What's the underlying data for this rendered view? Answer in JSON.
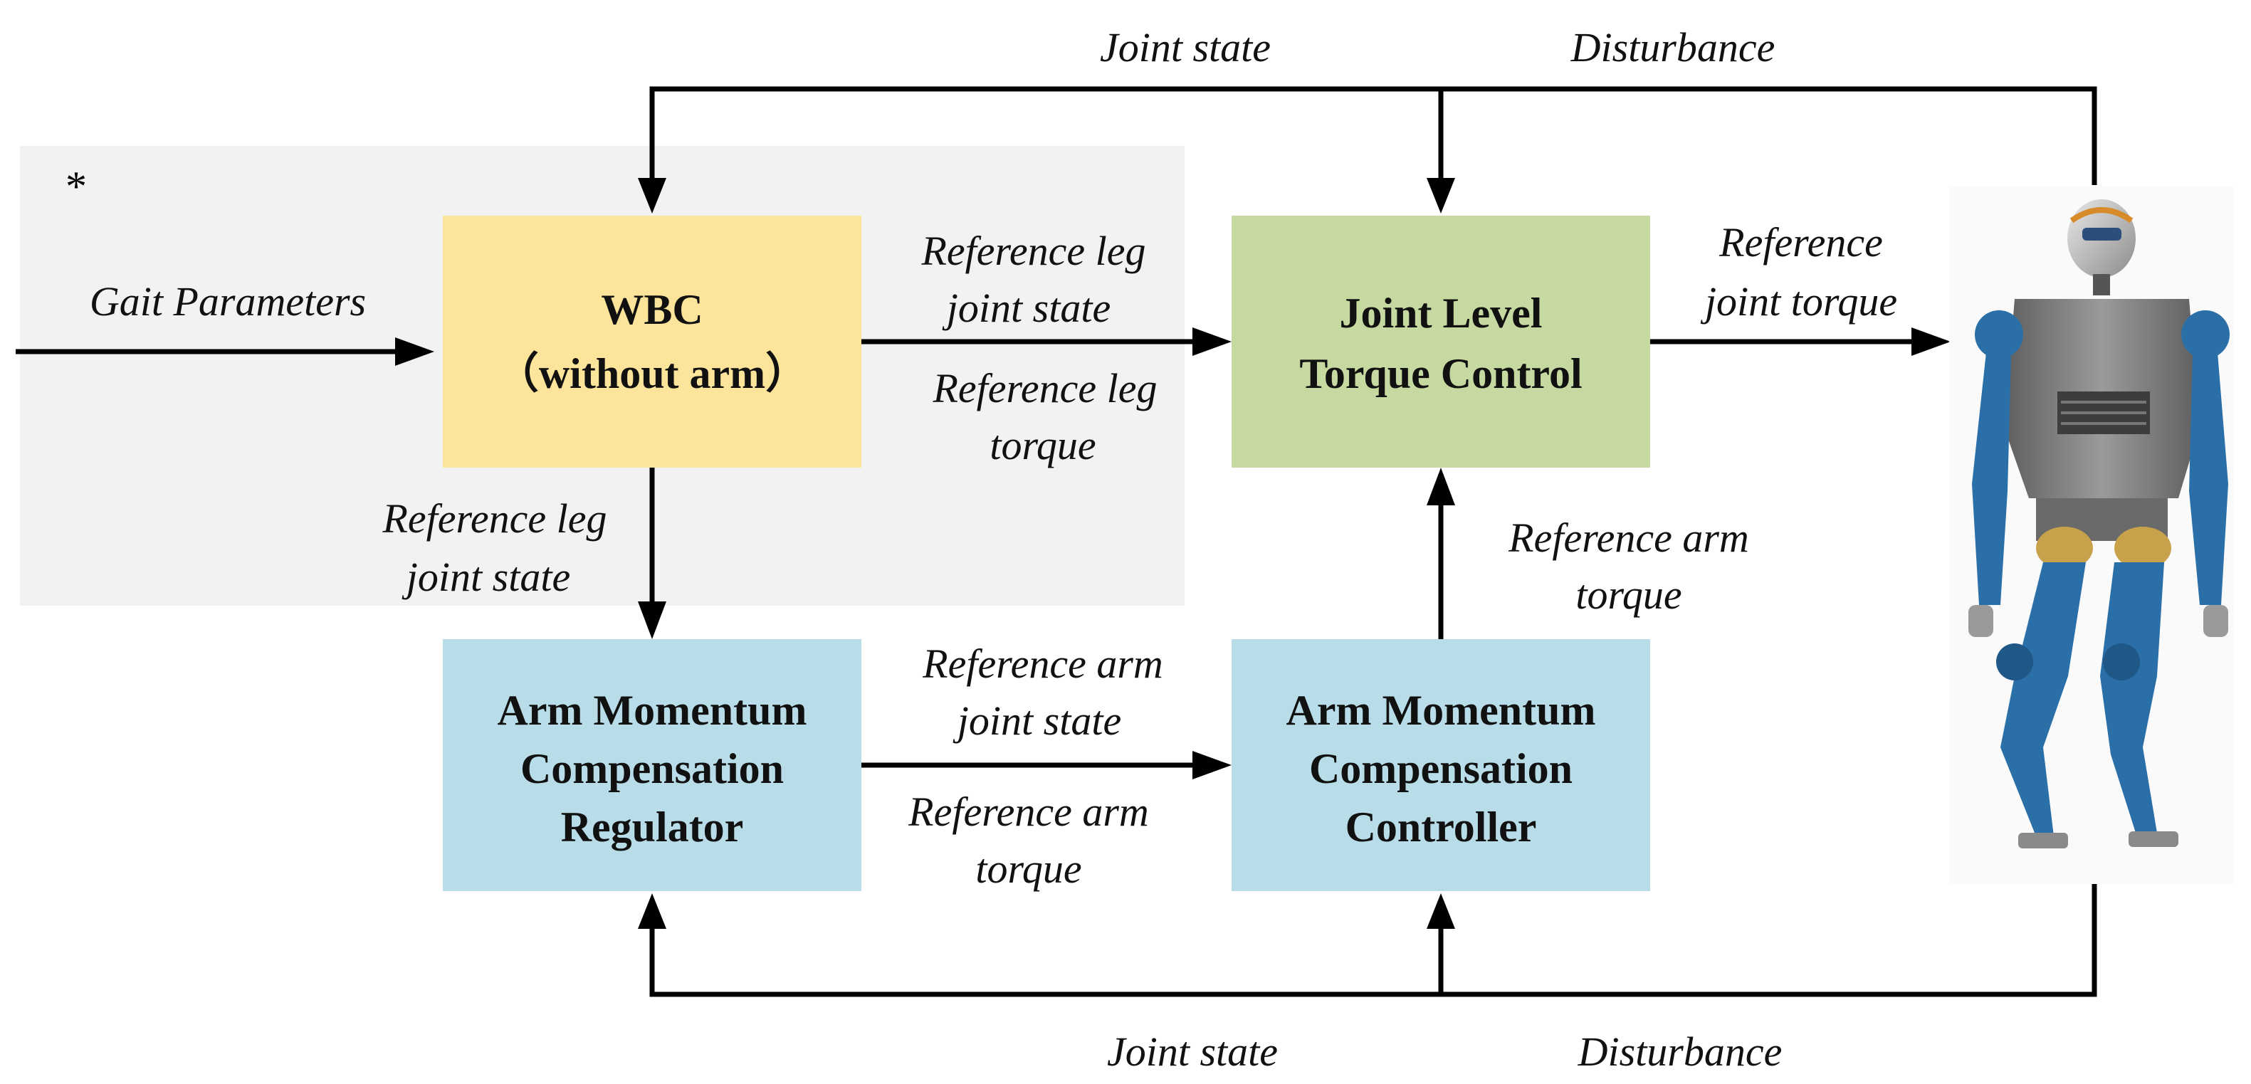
{
  "asterisk": "*",
  "blocks": {
    "wbc": {
      "line1": "WBC",
      "line2": "（without arm）",
      "color": "#fce49a"
    },
    "joint_torque": {
      "line1": "Joint Level",
      "line2": "Torque Control",
      "color": "#c6d9a0"
    },
    "amc_regulator": {
      "line1": "Arm Momentum",
      "line2": "Compensation",
      "line3": "Regulator",
      "color": "#b8dde8"
    },
    "amc_controller": {
      "line1": "Arm Momentum",
      "line2": "Compensation",
      "line3": "Controller",
      "color": "#b8dde8"
    }
  },
  "region_color": "#f2f2f2",
  "labels": {
    "top_joint_state": "Joint state",
    "top_disturbance": "Disturbance",
    "bottom_joint_state": "Joint state",
    "bottom_disturbance": "Disturbance",
    "gait_parameters": "Gait Parameters",
    "wbc_to_jtc_top_1": "Reference leg",
    "wbc_to_jtc_top_2": "joint state",
    "wbc_to_jtc_bot_1": "Reference leg",
    "wbc_to_jtc_bot_2": "torque",
    "wbc_to_reg_1": "Reference leg",
    "wbc_to_reg_2": "joint state",
    "reg_to_ctrl_top_1": "Reference arm",
    "reg_to_ctrl_top_2": "joint state",
    "reg_to_ctrl_bot_1": "Reference arm",
    "reg_to_ctrl_bot_2": "torque",
    "ctrl_to_jtc_1": "Reference arm",
    "ctrl_to_jtc_2": "torque",
    "jtc_to_robot_1": "Reference",
    "jtc_to_robot_2": "joint torque"
  },
  "robot": {
    "colors": {
      "body": "#7a7a7a",
      "limb": "#2a6fa8",
      "joint": "#c8a24a"
    }
  }
}
